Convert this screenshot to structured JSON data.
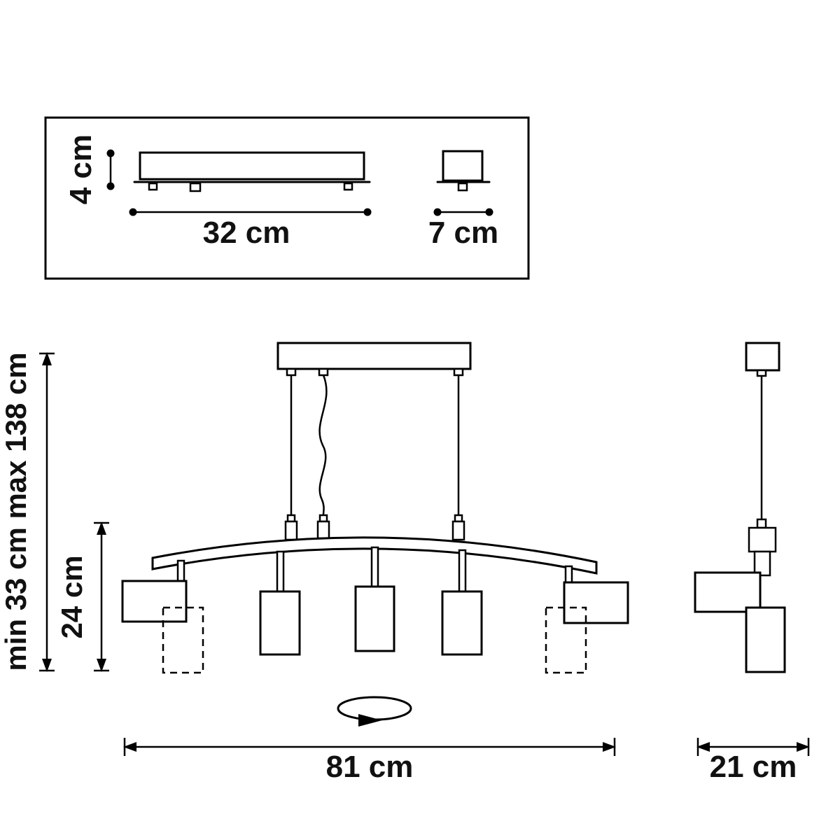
{
  "colors": {
    "line": "#000000",
    "background": "#ffffff",
    "text": "#111111"
  },
  "mount_inset": {
    "height_label": "4 cm",
    "length_label": "32 cm",
    "width_label": "7 cm"
  },
  "front_view": {
    "suspension_label": "min 33 cm max 138 cm",
    "body_height_label": "24 cm",
    "width_label": "81 cm"
  },
  "side_view": {
    "width_label": "21 cm"
  }
}
